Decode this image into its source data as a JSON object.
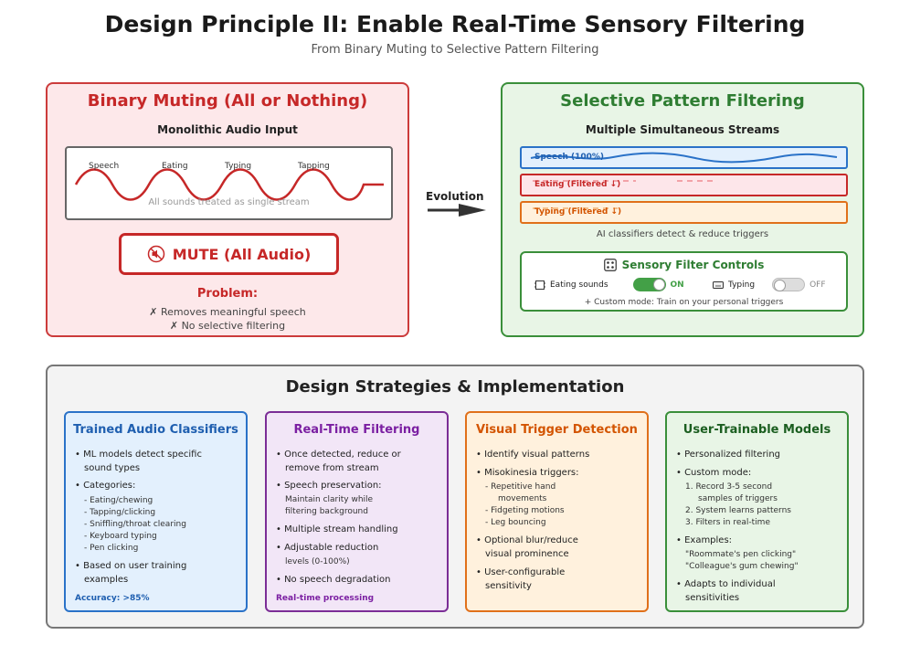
{
  "header": {
    "title": "Design Principle II: Enable Real-Time Sensory Filtering",
    "subtitle": "From Binary Muting to Selective Pattern Filtering"
  },
  "left_panel": {
    "title": "Binary Muting (All or Nothing)",
    "subtitle": "Monolithic Audio Input",
    "wave_labels": [
      "Speech",
      "Eating",
      "Typing",
      "Tapping"
    ],
    "wave_note": "All sounds treated as single stream",
    "mute_button": "MUTE (All Audio)",
    "problem_title": "Problem:",
    "problems": [
      "✗ Removes meaningful speech",
      "✗ No selective filtering"
    ]
  },
  "arrow": {
    "label": "Evolution"
  },
  "right_panel": {
    "title": "Selective Pattern Filtering",
    "subtitle": "Multiple Simultaneous Streams",
    "streams": {
      "speech": "Speech (100%)",
      "eating": "Eating (Filtered ↓)",
      "typing": "Typing (Filtered ↓)"
    },
    "ai_note": "AI classifiers detect & reduce triggers",
    "controls": {
      "title": "Sensory Filter Controls",
      "eating_label": "Eating sounds",
      "eating_state": "ON",
      "typing_label": "Typing",
      "typing_state": "OFF",
      "custom_note": "+ Custom mode: Train on your personal triggers"
    }
  },
  "bottom": {
    "title": "Design Strategies & Implementation",
    "card1": {
      "title": "Trained Audio Classifiers",
      "b1a": "• ML models detect specific",
      "b1b": "sound types",
      "b2": "• Categories:",
      "s1": "- Eating/chewing",
      "s2": "- Tapping/clicking",
      "s3": "- Sniffling/throat clearing",
      "s4": "- Keyboard typing",
      "s5": "- Pen clicking",
      "b3a": "• Based on user training",
      "b3b": "examples",
      "foot": "Accuracy: >85%"
    },
    "card2": {
      "title": "Real-Time Filtering",
      "b1a": "• Once detected, reduce or",
      "b1b": "remove from stream",
      "b2": "• Speech preservation:",
      "s1": "Maintain clarity while",
      "s2": "filtering background",
      "b3": "• Multiple stream handling",
      "b4": "• Adjustable reduction",
      "s3": "levels (0-100%)",
      "b5": "• No speech degradation",
      "foot": "Real-time processing"
    },
    "card3": {
      "title": "Visual Trigger Detection",
      "b1": "• Identify visual patterns",
      "b2": "• Misokinesia triggers:",
      "s1": "- Repetitive hand",
      "s2": "movements",
      "s3": "- Fidgeting motions",
      "s4": "- Leg bouncing",
      "b3a": "• Optional blur/reduce",
      "b3b": "visual prominence",
      "b4a": "• User-configurable",
      "b4b": "sensitivity"
    },
    "card4": {
      "title": "User-Trainable Models",
      "b1": "• Personalized filtering",
      "b2": "• Custom mode:",
      "s1": "1. Record 3-5 second",
      "s2": "samples of triggers",
      "s3": "2. System learns patterns",
      "s4": "3. Filters in real-time",
      "b3": "• Examples:",
      "s5": "\"Roommate's pen clicking\"",
      "s6": "\"Colleague's gum chewing\"",
      "b4a": "• Adapts to individual",
      "b4b": "sensitivities"
    }
  },
  "colors": {
    "red": "#c62828",
    "green": "#2e7d32",
    "blue": "#2a72c8",
    "purple": "#7b1fa2",
    "orange": "#e0701a"
  }
}
